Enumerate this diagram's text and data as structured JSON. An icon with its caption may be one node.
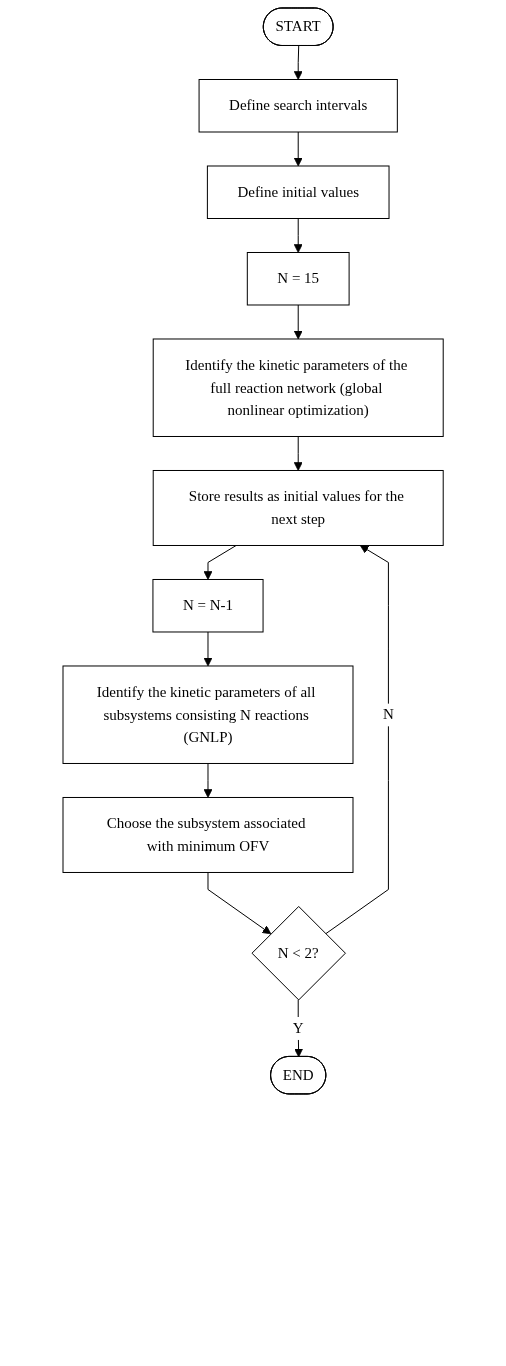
{
  "diagram": {
    "nodes": [
      {
        "text": [
          "START"
        ]
      },
      {
        "text": [
          "Define search intervals"
        ]
      },
      {
        "text": [
          "Define initial values"
        ]
      },
      {
        "text": [
          "N = 15"
        ]
      },
      {
        "text": [
          "Identify the kinetic parameters of the full reaction network (global nonlinear optimization)"
        ]
      },
      {
        "text": [
          "Store results as initial values for the next step"
        ]
      },
      {
        "text": [
          "N = N-1"
        ]
      },
      {
        "text": [
          "Identify the kinetic parameters of all subsystems consisting N reactions (GNLP)"
        ]
      },
      {
        "text": [
          "Choose the subsystem associated with minimum OFV"
        ]
      },
      {
        "text": [
          "N < 2?"
        ]
      },
      {
        "text": [
          "END"
        ]
      }
    ],
    "edges": [
      {
        "from": 0,
        "to": 1,
        "arrow": "to"
      },
      {
        "from": 1,
        "to": 2,
        "arrow": "to"
      },
      {
        "from": 2,
        "to": 3,
        "arrow": "to"
      },
      {
        "from": 3,
        "to": 4,
        "arrow": "to"
      },
      {
        "from": 4,
        "to": 5,
        "arrow": "to"
      },
      {
        "from": 5,
        "to": 6,
        "arrow": "to"
      },
      {
        "from": 6,
        "to": 7,
        "arrow": "to"
      },
      {
        "from": 7,
        "to": 8,
        "arrow": "to"
      },
      {
        "from": 8,
        "to": 9,
        "arrow": "to"
      },
      {
        "from": 9,
        "to": 10,
        "label": "Y",
        "arrow": "to"
      },
      {
        "from": 9,
        "to": 5,
        "label": "N",
        "arrow": "to"
      }
    ]
  }
}
